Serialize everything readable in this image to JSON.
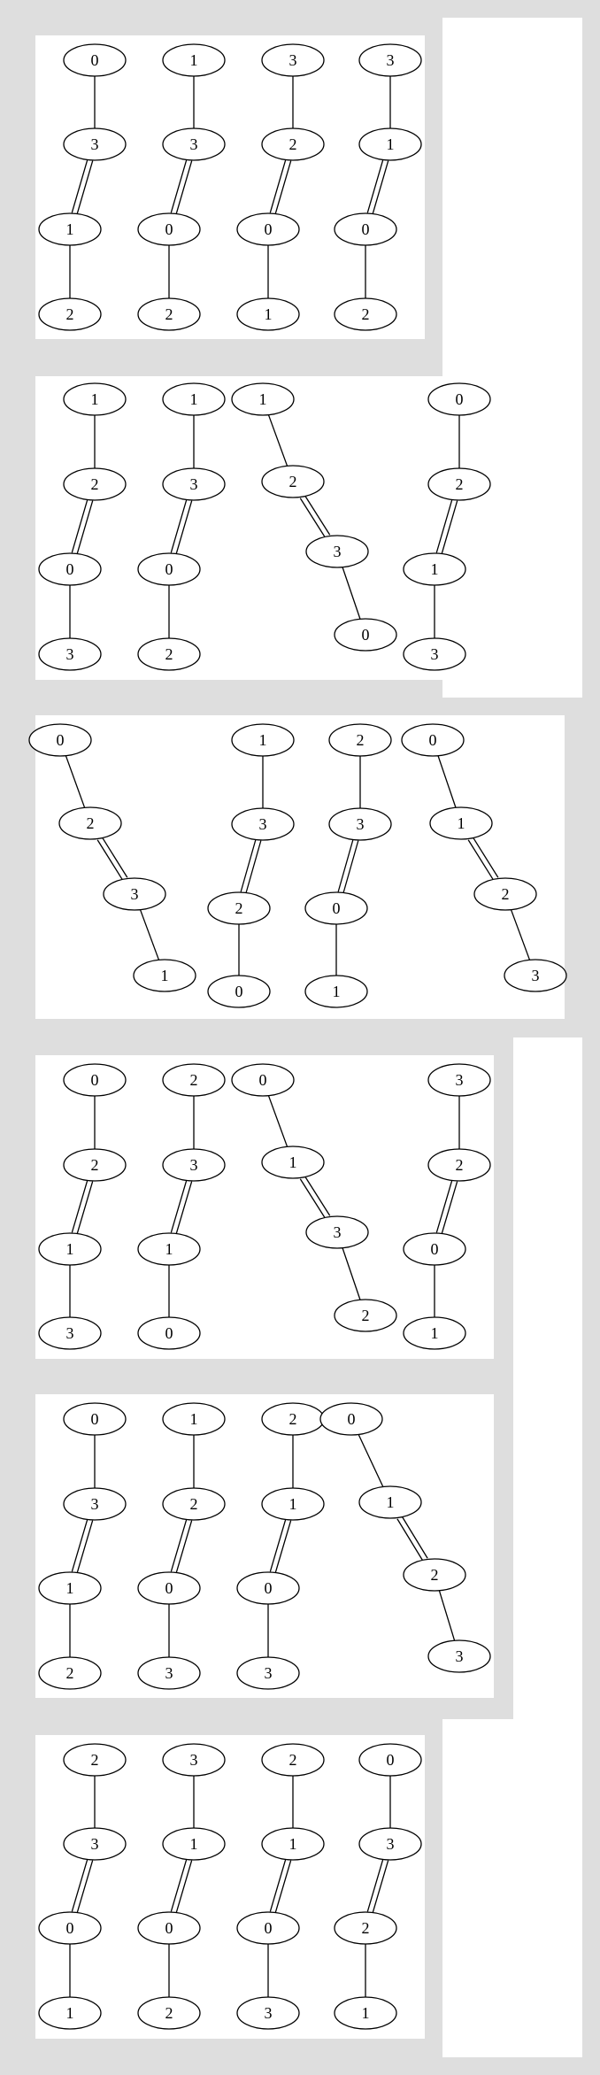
{
  "panels": [
    {
      "components": [
        {
          "nodes": [
            "0",
            "3",
            "1",
            "2"
          ],
          "edges": [
            1,
            2,
            1
          ]
        },
        {
          "nodes": [
            "1",
            "3",
            "0",
            "2"
          ],
          "edges": [
            1,
            2,
            1
          ]
        },
        {
          "nodes": [
            "3",
            "2",
            "0",
            "1"
          ],
          "edges": [
            1,
            2,
            1
          ]
        },
        {
          "nodes": [
            "3",
            "1",
            "0",
            "2"
          ],
          "edges": [
            1,
            2,
            1
          ]
        }
      ]
    },
    {
      "components": [
        {
          "nodes": [
            "1",
            "2",
            "0",
            "3"
          ],
          "edges": [
            1,
            2,
            1
          ]
        },
        {
          "nodes": [
            "1",
            "3",
            "0",
            "2"
          ],
          "edges": [
            1,
            2,
            1
          ]
        },
        {
          "nodes": [
            "1",
            "2",
            "3",
            "0"
          ],
          "edges": [
            1,
            2,
            1
          ]
        },
        {
          "nodes": [
            "0",
            "2",
            "1",
            "3"
          ],
          "edges": [
            1,
            2,
            1
          ]
        }
      ]
    },
    {
      "components": [
        {
          "nodes": [
            "0",
            "2",
            "3",
            "1"
          ],
          "edges": [
            1,
            2,
            1
          ]
        },
        {
          "nodes": [
            "1",
            "3",
            "2",
            "0"
          ],
          "edges": [
            1,
            2,
            1
          ]
        },
        {
          "nodes": [
            "2",
            "3",
            "0",
            "1"
          ],
          "edges": [
            1,
            2,
            1
          ]
        },
        {
          "nodes": [
            "0",
            "1",
            "2",
            "3"
          ],
          "edges": [
            1,
            2,
            1
          ]
        }
      ]
    },
    {
      "components": [
        {
          "nodes": [
            "0",
            "2",
            "1",
            "3"
          ],
          "edges": [
            1,
            2,
            1
          ]
        },
        {
          "nodes": [
            "2",
            "3",
            "1",
            "0"
          ],
          "edges": [
            1,
            2,
            1
          ]
        },
        {
          "nodes": [
            "0",
            "1",
            "3",
            "2"
          ],
          "edges": [
            1,
            2,
            1
          ]
        },
        {
          "nodes": [
            "3",
            "2",
            "0",
            "1"
          ],
          "edges": [
            1,
            2,
            1
          ]
        }
      ]
    },
    {
      "components": [
        {
          "nodes": [
            "0",
            "3",
            "1",
            "2"
          ],
          "edges": [
            1,
            2,
            1
          ]
        },
        {
          "nodes": [
            "1",
            "2",
            "0",
            "3"
          ],
          "edges": [
            1,
            2,
            1
          ]
        },
        {
          "nodes": [
            "2",
            "1",
            "0",
            "3"
          ],
          "edges": [
            1,
            2,
            1
          ]
        },
        {
          "nodes": [
            "0",
            "1",
            "2",
            "3"
          ],
          "edges": [
            1,
            2,
            1
          ]
        }
      ]
    },
    {
      "components": [
        {
          "nodes": [
            "2",
            "3",
            "0",
            "1"
          ],
          "edges": [
            1,
            2,
            1
          ]
        },
        {
          "nodes": [
            "3",
            "1",
            "0",
            "2"
          ],
          "edges": [
            1,
            2,
            1
          ]
        },
        {
          "nodes": [
            "2",
            "1",
            "0",
            "3"
          ],
          "edges": [
            1,
            2,
            1
          ]
        },
        {
          "nodes": [
            "0",
            "3",
            "2",
            "1"
          ],
          "edges": [
            1,
            2,
            1
          ]
        }
      ]
    }
  ]
}
